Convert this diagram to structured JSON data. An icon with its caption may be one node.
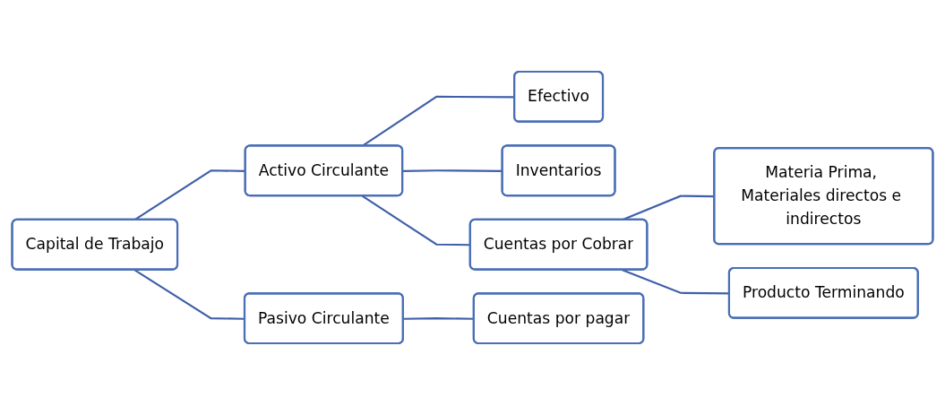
{
  "diagram": {
    "nodes": [
      {
        "text": [
          "Capital de Trabajo"
        ]
      },
      {
        "text": [
          "Activo Circulante"
        ]
      },
      {
        "text": [
          "Efectivo"
        ]
      },
      {
        "text": [
          "Inventarios"
        ]
      },
      {
        "text": [
          "Cuentas por Cobrar"
        ]
      },
      {
        "text": [
          "Materia Prima, Materiales directos e indirectos"
        ]
      },
      {
        "text": [
          "Producto Terminando"
        ]
      },
      {
        "text": [
          "Pasivo Circulante"
        ]
      },
      {
        "text": [
          "Cuentas por pagar"
        ]
      }
    ],
    "edges": [
      {
        "from": 0,
        "to": 1,
        "arrow": "none"
      },
      {
        "from": 0,
        "to": 7,
        "arrow": "none"
      },
      {
        "from": 1,
        "to": 2,
        "arrow": "none"
      },
      {
        "from": 1,
        "to": 3,
        "arrow": "none"
      },
      {
        "from": 1,
        "to": 4,
        "arrow": "none"
      },
      {
        "from": 4,
        "to": 5,
        "arrow": "none"
      },
      {
        "from": 4,
        "to": 6,
        "arrow": "none"
      },
      {
        "from": 7,
        "to": 8,
        "arrow": "none"
      }
    ]
  }
}
